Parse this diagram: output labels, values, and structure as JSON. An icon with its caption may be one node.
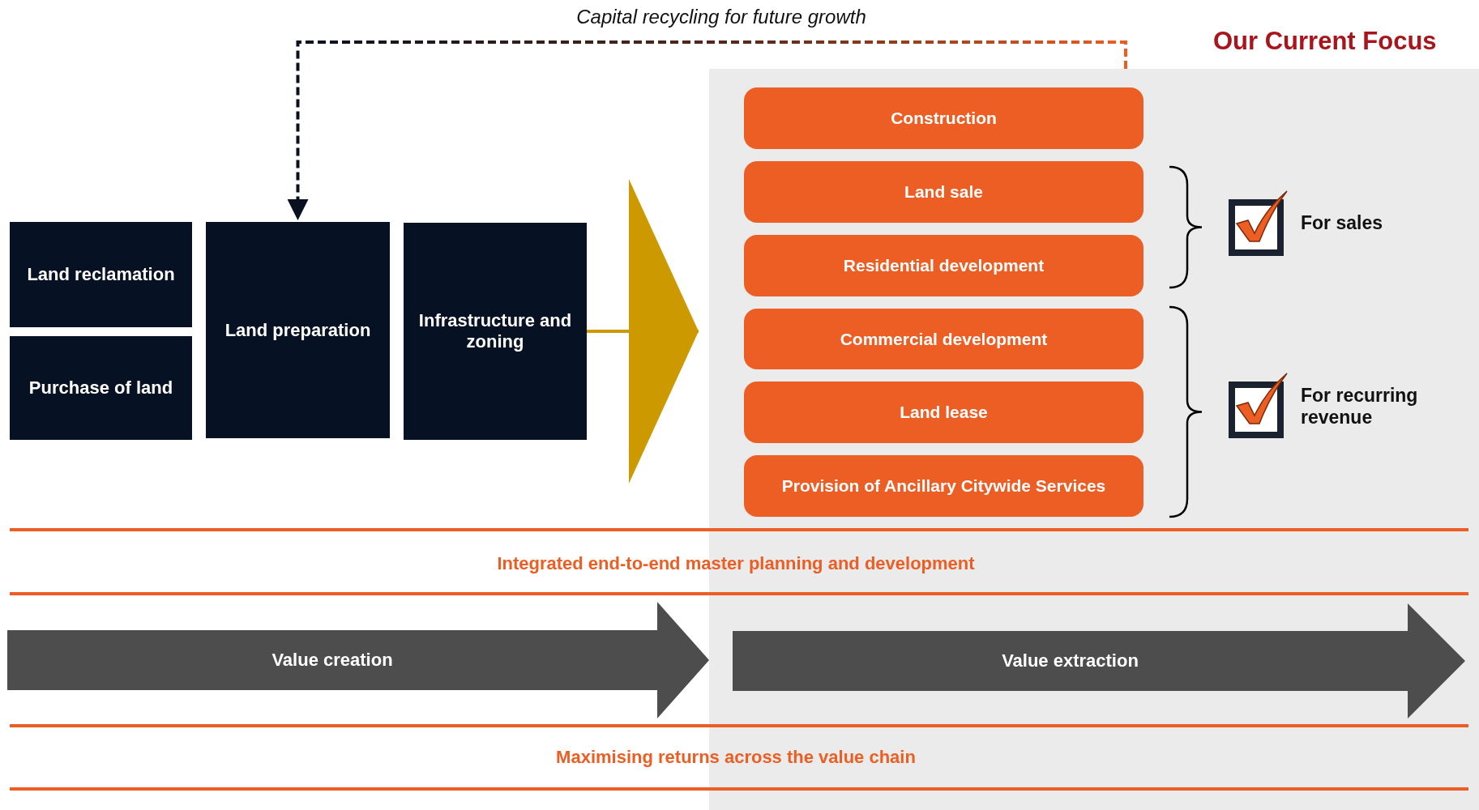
{
  "diagram": {
    "nodes": [
      {
        "text": [
          "Land reclamation"
        ]
      },
      {
        "text": [
          "Purchase of land"
        ]
      },
      {
        "text": [
          "Land preparation"
        ]
      },
      {
        "text": [
          "Infrastructure and zoning"
        ]
      },
      {
        "text": [
          "Our Current Focus"
        ]
      },
      {
        "text": [
          "Construction"
        ],
        "in": 4
      },
      {
        "text": [
          "Land sale"
        ],
        "in": 4
      },
      {
        "text": [
          "Residential development"
        ],
        "in": 4
      },
      {
        "text": [
          "Commercial development"
        ],
        "in": 4
      },
      {
        "text": [
          "Land lease"
        ],
        "in": 4
      },
      {
        "text": [
          "Provision of Ancillary Citywide Services"
        ],
        "in": 4
      },
      {
        "text": [
          "Value creation"
        ]
      },
      {
        "text": [
          "Value extraction"
        ],
        "in": 4
      }
    ],
    "edges": [
      {
        "from": 4,
        "to": 2,
        "arrow": "to",
        "style": "dashed",
        "label": "Capital recycling for future growth"
      },
      {
        "from": 3,
        "to": 4,
        "arrow": "to",
        "color": "#cc9900"
      }
    ],
    "labels": [
      "For sales",
      "For recurring revenue",
      "Integrated end-to-end master planning and development",
      "Maximising returns across the value chain"
    ]
  }
}
